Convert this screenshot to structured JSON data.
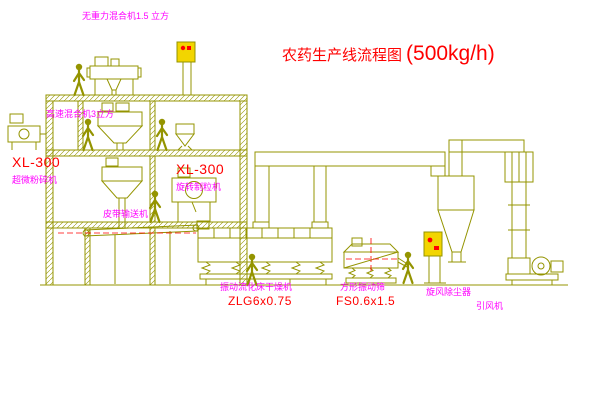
{
  "title": {
    "main": "农药生产线流程图",
    "capacity": "(500kg/h)"
  },
  "labels": {
    "gravity_mixer": "无重力混合机1.5 立方",
    "high_speed_mixer": "高速混合机3立方",
    "left_unit_model": "XL-300",
    "left_unit_name": "超微粉碎机",
    "mid_unit_model": "XL-300",
    "mid_unit_name": "旋转制粒机",
    "belt_conveyor": "皮带输送机",
    "dryer_name": "振动流化床干燥机",
    "dryer_model": "ZLG6x0.75",
    "sieve_name": "方形振动筛",
    "sieve_model": "FS0.6x1.5",
    "cyclone": "旋风除尘器",
    "fan": "引风机"
  },
  "colors": {
    "line": "#949400",
    "label_magenta": "#ff00ff",
    "label_red": "#ff0000",
    "panel_yellow": "#f2d500",
    "background": "#ffffff"
  }
}
